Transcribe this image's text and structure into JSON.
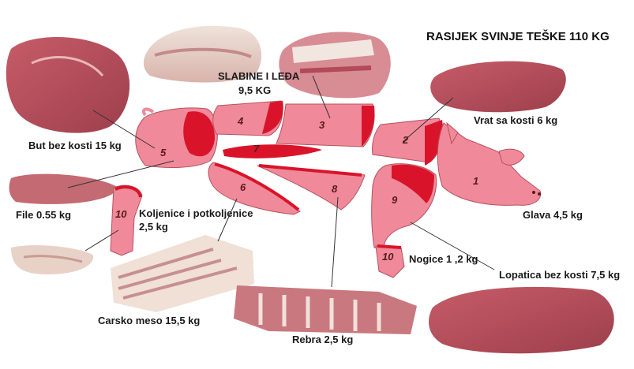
{
  "title": "RASIJEK SVINJE TEŠKE 110 KG",
  "cuts": [
    {
      "id": "but",
      "number": "5",
      "label": "But  bez kosti 15 kg"
    },
    {
      "id": "file",
      "number": "7",
      "label": "File 0.55 kg"
    },
    {
      "id": "koljenice",
      "number": "10",
      "label_line1": "Koljenice i potkoljenice",
      "label_line2": "2,5 kg"
    },
    {
      "id": "slabine",
      "number": "4",
      "label_line1": "SLABINE I LEĐA",
      "label_line2": "9,5 KG"
    },
    {
      "id": "slabine2",
      "number": "3"
    },
    {
      "id": "vrat",
      "number": "2",
      "label": "Vrat sa kosti 6 kg"
    },
    {
      "id": "glava",
      "number": "1",
      "label": "Glava 4,5 kg"
    },
    {
      "id": "carsko",
      "number": "6",
      "label": "Carsko meso 15,5 kg"
    },
    {
      "id": "rebra",
      "number": "8",
      "label": "Rebra 2,5 kg"
    },
    {
      "id": "lopatica",
      "number": "9",
      "label": "Lopatica bez kosti 7,5 kg"
    },
    {
      "id": "nogice",
      "number": "10",
      "label": "Nogice 1 ,2 kg"
    }
  ],
  "colors": {
    "pig_pink": "#f08a9a",
    "pig_red": "#d9142a",
    "meat_dark": "#b8505e",
    "fat": "#f1e4dc",
    "line": "#333333"
  }
}
